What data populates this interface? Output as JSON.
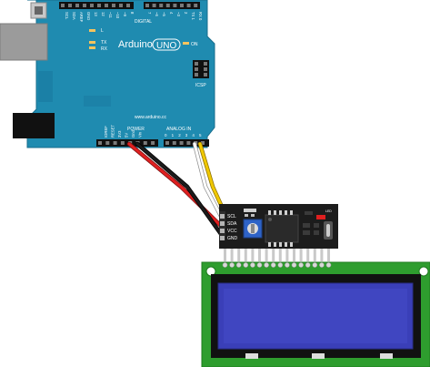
{
  "arduino": {
    "brand": "Arduino",
    "model": "UNO",
    "on_label": "ON",
    "l_label": "L",
    "tx_label": "TX",
    "rx_label": "RX",
    "icsp_label": "ICSP",
    "digital_label": "DIGITAL",
    "website": "www.arduino.cc",
    "power_label": "POWER",
    "analog_label": "ANALOG IN",
    "top_pin_labels": [
      "SCL",
      "SDA",
      "AREF",
      "GND",
      "13",
      "12",
      "~11",
      "~10",
      "~9",
      "8",
      "7",
      "~6",
      "~5",
      "4",
      "~3",
      "2",
      "TX 1",
      "RX 0"
    ],
    "power_pin_labels": [
      "IOREF",
      "RESET",
      "3V3",
      "5V",
      "Gnd",
      "Vin"
    ],
    "analog_pin_numbers": [
      "0",
      "1",
      "2",
      "3",
      "4",
      "5"
    ],
    "board_color": "#1f8bb0"
  },
  "i2c_backpack": {
    "pin_labels": [
      "SCL",
      "SDA",
      "VCC",
      "GND"
    ],
    "header_label": "LED",
    "board_color": "#1c1c1c"
  },
  "lcd": {
    "board_color": "#2e9d2e",
    "screen_color": "#3a3fb8"
  },
  "wires": {
    "vcc_color": "#e02020",
    "gnd_color": "#111111",
    "sda_color": "#ffffff",
    "scl_color": "#f0c800"
  }
}
